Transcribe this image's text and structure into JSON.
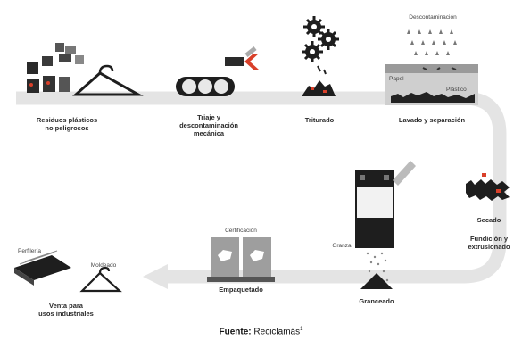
{
  "steps": {
    "residuos": "Residuos plásticos\nno peligrosos",
    "triaje": "Triaje y\ndescontaminación\nmecánica",
    "triturado": "Triturado",
    "lavado": "Lavado y separación",
    "secado": "Secado",
    "fundicion": "Fundición y\nextrusionado",
    "granceado": "Granceado",
    "empaquetado": "Empaquetado",
    "venta": "Venta para\nusos industriales"
  },
  "annotations": {
    "descontaminacion": "Descontaminación",
    "papel": "Papel",
    "plastico": "Plástico",
    "certificacion": "Certificación",
    "granza": "Granza",
    "perfileria": "Perfilería",
    "moldeado": "Moldeado"
  },
  "source": {
    "label": "Fuente:",
    "text": "Reciclamás",
    "sup": "1"
  },
  "colors": {
    "track": "#e6e6e6",
    "ink": "#1e1e1e",
    "accent": "#d9402a"
  }
}
